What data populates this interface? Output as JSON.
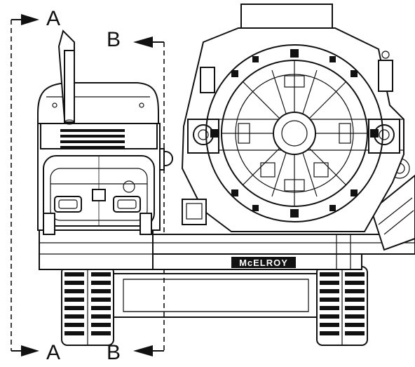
{
  "section_marks": {
    "a_top": "A",
    "a_bottom": "A",
    "b_top": "B",
    "b_bottom": "B"
  },
  "brand_plate": "McELROY",
  "colors": {
    "ink": "#111111",
    "paper": "#ffffff"
  },
  "icons": [
    "arrow-right-icon",
    "arrow-left-icon"
  ]
}
